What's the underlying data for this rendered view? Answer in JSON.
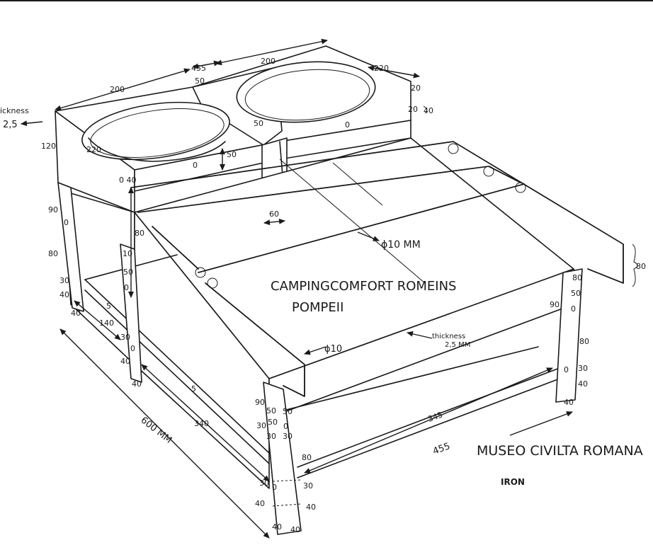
{
  "texts": {
    "title_line1": "CAMPINGCOMFORT ROMEINS",
    "title_line2": "POMPEII",
    "museum": "MUSEO CIVILTA ROMANA",
    "material": "IRON",
    "thickness_label": "ickness",
    "thickness_val": "2,5",
    "thickness_center": "thickness",
    "thickness_center_val": "2,5 MM",
    "rod_dia": "ϕ10 MM",
    "rod_dia2": "ϕ10",
    "length": "600 MM"
  },
  "dims": {
    "d200a": "200",
    "d455": "455",
    "d50a": "50",
    "d200b": "200",
    "d220a": "220",
    "d20a": "20",
    "d20b": "20",
    "d40a": "40",
    "d120": "120",
    "d220b": "220",
    "d50b": "50",
    "d50c": "50",
    "d0a": "0",
    "d0b": "0",
    "d040": "0 40",
    "d60": "60",
    "d80a": "80",
    "d80b": "80",
    "d90a": "90",
    "d0c": "0",
    "d80c": "80",
    "d30a": "30",
    "d40b": "40",
    "d40c": "40",
    "d10": "10",
    "d50d": "50",
    "d0d": "0",
    "d30b": "30",
    "d5a": "5",
    "d140": "140",
    "d30c": "30",
    "d0e": "0",
    "d40d": "40",
    "d40e": "40",
    "d5b": "5",
    "d340": "340",
    "d90b": "90",
    "d50e": "50",
    "d30d": "30",
    "d50f": "50",
    "d50g": "50",
    "d30e": "30",
    "d30f": "30",
    "d0f": "0",
    "d80d": "80",
    "d30g": "30",
    "d0g": "0",
    "d40f": "40",
    "d30h": "30",
    "d40g": "40",
    "d40h": "40",
    "d40i": "40",
    "d345": "345",
    "d455b": "455",
    "d90c": "90",
    "d80e": "80",
    "d50h": "50",
    "d0h": "0",
    "d0i": "0",
    "d80f": "80",
    "d30i": "30",
    "d40j": "40",
    "d40k": "40"
  }
}
